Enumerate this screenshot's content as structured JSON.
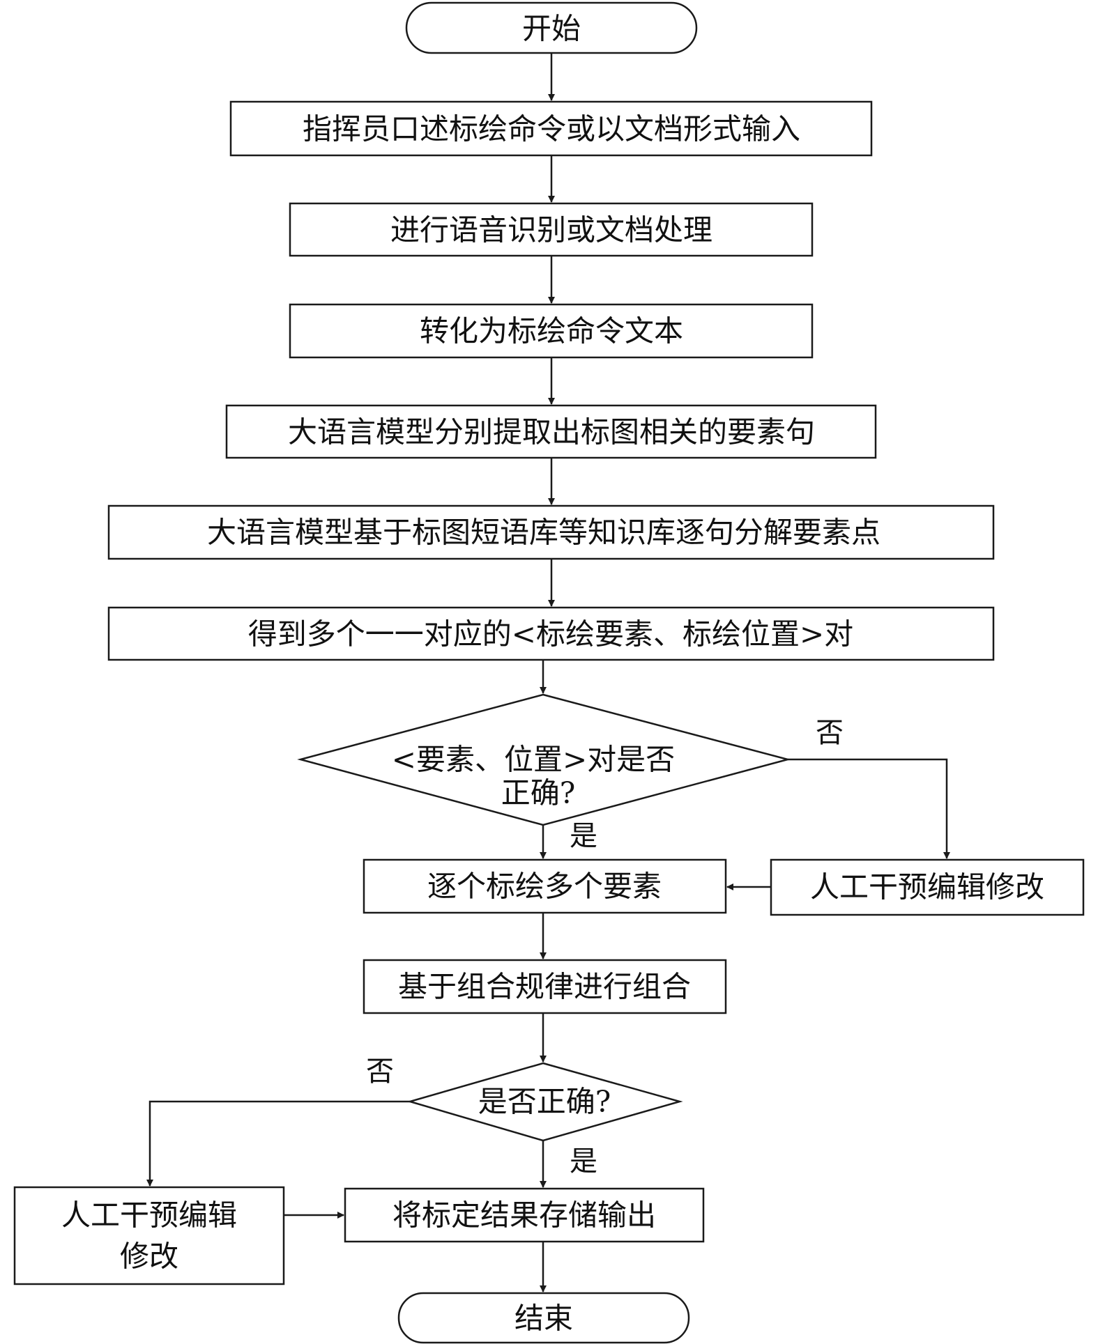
{
  "nodes": {
    "start": "开始",
    "step1": "指挥员口述标绘命令或以文档形式输入",
    "step2": "进行语音识别或文档处理",
    "step3": "转化为标绘命令文本",
    "step4": "大语言模型分别提取出标图相关的要素句",
    "step5": "大语言模型基于标图短语库等知识库逐句分解要素点",
    "step6": "得到多个一一对应的<标绘要素、标绘位置>对",
    "decision1_line1": "<要素、位置>对是否",
    "decision1_line2": "正确?",
    "step7": "逐个标绘多个要素",
    "manual1": "人工干预编辑修改",
    "step8": "基于组合规律进行组合",
    "decision2": "是否正确?",
    "manual2_line1": "人工干预编辑",
    "manual2_line2": "修改",
    "step9": "将标定结果存储输出",
    "end": "结束"
  },
  "edge_labels": {
    "d1_no": "否",
    "d1_yes": "是",
    "d2_no": "否",
    "d2_yes": "是"
  }
}
